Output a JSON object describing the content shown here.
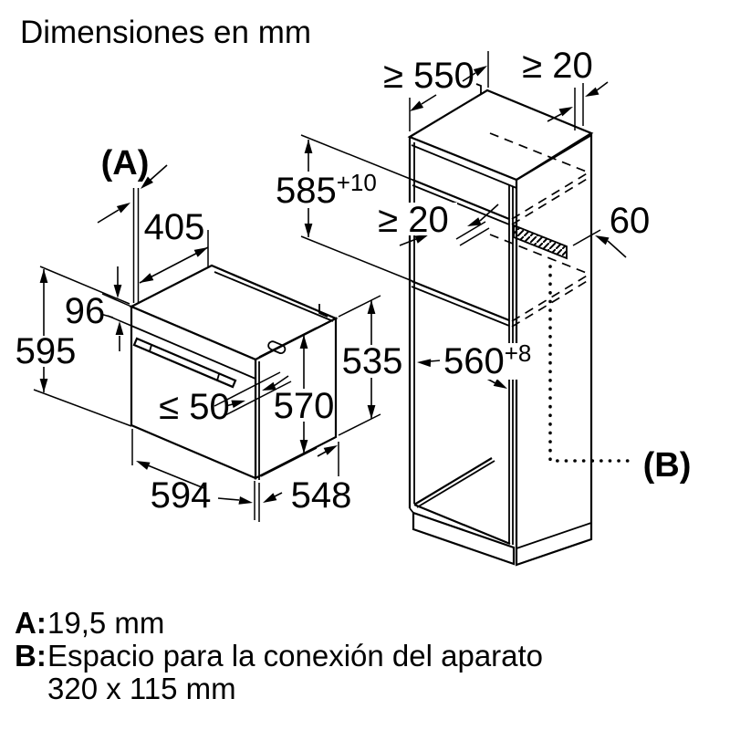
{
  "title": "Dimensiones en mm",
  "oven": {
    "door_gap_label": "(A)",
    "top_depth": "405",
    "panel_height": "96",
    "front_height": "595",
    "handle_depth": "≤ 50",
    "door_height": "570",
    "width": "594",
    "depth": "548",
    "body_height": "535"
  },
  "cabinet": {
    "min_depth": "≥ 550",
    "rear_wall_gap": "≥ 20",
    "niche_height": {
      "value": "585",
      "tolerance": "+10"
    },
    "shelf_rear_gap": "≥ 20",
    "vent_depth": "60",
    "niche_width": {
      "value": "560",
      "tolerance": "+8"
    },
    "connection_label": "(B)"
  },
  "legend": {
    "a_key": "A:",
    "a_value": "19,5 mm",
    "b_key": "B:",
    "b_value_line1": "Espacio para la conexión del aparato",
    "b_value_line2": "320 x 115 mm"
  },
  "colors": {
    "line": "#000000",
    "background": "#ffffff"
  }
}
